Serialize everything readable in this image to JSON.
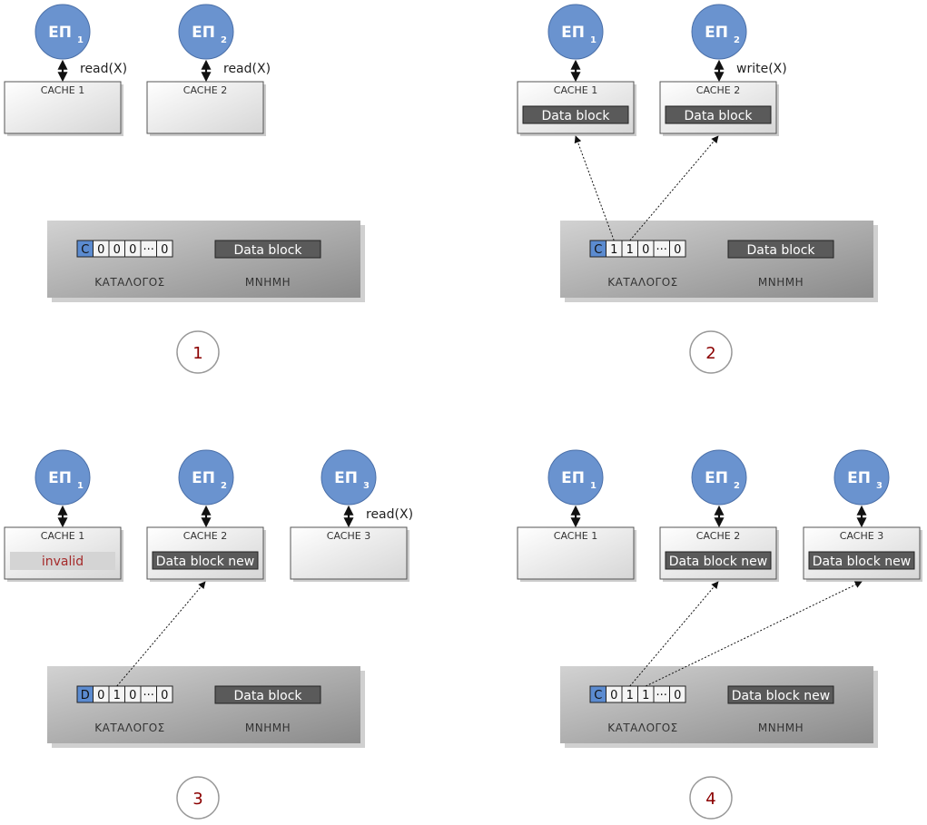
{
  "labels": {
    "proc": "ΕΠ",
    "directory": "ΚΑΤΑΛΟΓΟΣ",
    "memory": "ΜΝΗΜΗ"
  },
  "colors": {
    "processor": "#6a93cf",
    "state_cell": "#5b8bd0",
    "data_block": "#5a5a5a",
    "step_number": "#8b0000",
    "invalid_bg": "#d4d4d4",
    "invalid_text": "#a52a2a"
  },
  "panels": [
    {
      "step": "1",
      "processors": [
        {
          "sub": "1",
          "op": "read(X)"
        },
        {
          "sub": "2",
          "op": "read(X)"
        }
      ],
      "caches": [
        {
          "title": "CACHE 1",
          "content": ""
        },
        {
          "title": "CACHE 2",
          "content": ""
        }
      ],
      "directory": {
        "state": "C",
        "bits": [
          "0",
          "0",
          "0",
          "···",
          "0"
        ]
      },
      "memory_block": "Data block",
      "pointers": []
    },
    {
      "step": "2",
      "processors": [
        {
          "sub": "1",
          "op": ""
        },
        {
          "sub": "2",
          "op": "write(X)"
        }
      ],
      "caches": [
        {
          "title": "CACHE 1",
          "content": "Data block"
        },
        {
          "title": "CACHE 2",
          "content": "Data block"
        }
      ],
      "directory": {
        "state": "C",
        "bits": [
          "1",
          "1",
          "0",
          "···",
          "0"
        ]
      },
      "memory_block": "Data block",
      "pointers": [
        {
          "bit": 0,
          "cache": 0
        },
        {
          "bit": 1,
          "cache": 1
        }
      ]
    },
    {
      "step": "3",
      "processors": [
        {
          "sub": "1",
          "op": ""
        },
        {
          "sub": "2",
          "op": ""
        },
        {
          "sub": "3",
          "op": "read(X)"
        }
      ],
      "caches": [
        {
          "title": "CACHE 1",
          "content": "invalid",
          "invalid": true
        },
        {
          "title": "CACHE 2",
          "content": "Data block new"
        },
        {
          "title": "CACHE 3",
          "content": ""
        }
      ],
      "directory": {
        "state": "D",
        "bits": [
          "0",
          "1",
          "0",
          "···",
          "0"
        ]
      },
      "memory_block": "Data block",
      "pointers": [
        {
          "bit": 1,
          "cache": 1
        }
      ]
    },
    {
      "step": "4",
      "processors": [
        {
          "sub": "1",
          "op": ""
        },
        {
          "sub": "2",
          "op": ""
        },
        {
          "sub": "3",
          "op": ""
        }
      ],
      "caches": [
        {
          "title": "CACHE 1",
          "content": ""
        },
        {
          "title": "CACHE 2",
          "content": "Data block new"
        },
        {
          "title": "CACHE 3",
          "content": "Data block new"
        }
      ],
      "directory": {
        "state": "C",
        "bits": [
          "0",
          "1",
          "1",
          "···",
          "0"
        ]
      },
      "memory_block": "Data block new",
      "pointers": [
        {
          "bit": 1,
          "cache": 1
        },
        {
          "bit": 2,
          "cache": 2
        }
      ]
    }
  ]
}
